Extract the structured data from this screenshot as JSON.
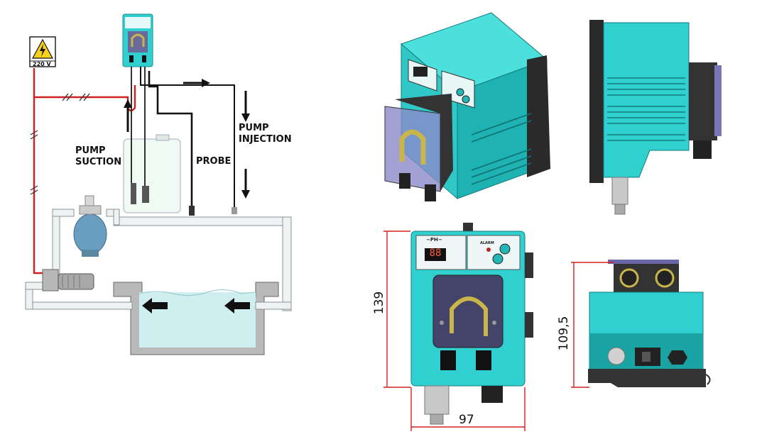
{
  "installation": {
    "voltage_label": "220 V",
    "pump_suction_label": "PUMP\nSUCTION",
    "probe_label": "PROBE",
    "pump_injection_label": "PUMP\nINJECTION"
  },
  "front_view": {
    "display_digits": "88",
    "panel_caption": "~PH~",
    "alarm_caption": "ALARM",
    "height_dimension": "139",
    "width_dimension": "97"
  },
  "bottom_view": {
    "height_dimension": "109,5"
  },
  "colors": {
    "pump_body": "#2fd0cf",
    "pump_shadow": "#1aa3a3",
    "pump_dark": "#2a2a2a",
    "water": "#cfeef0",
    "pipe": "#e9eeee",
    "power_wire": "#d22020",
    "dimension_line": "#d22020",
    "filter_tank": "#6a9ec0"
  }
}
